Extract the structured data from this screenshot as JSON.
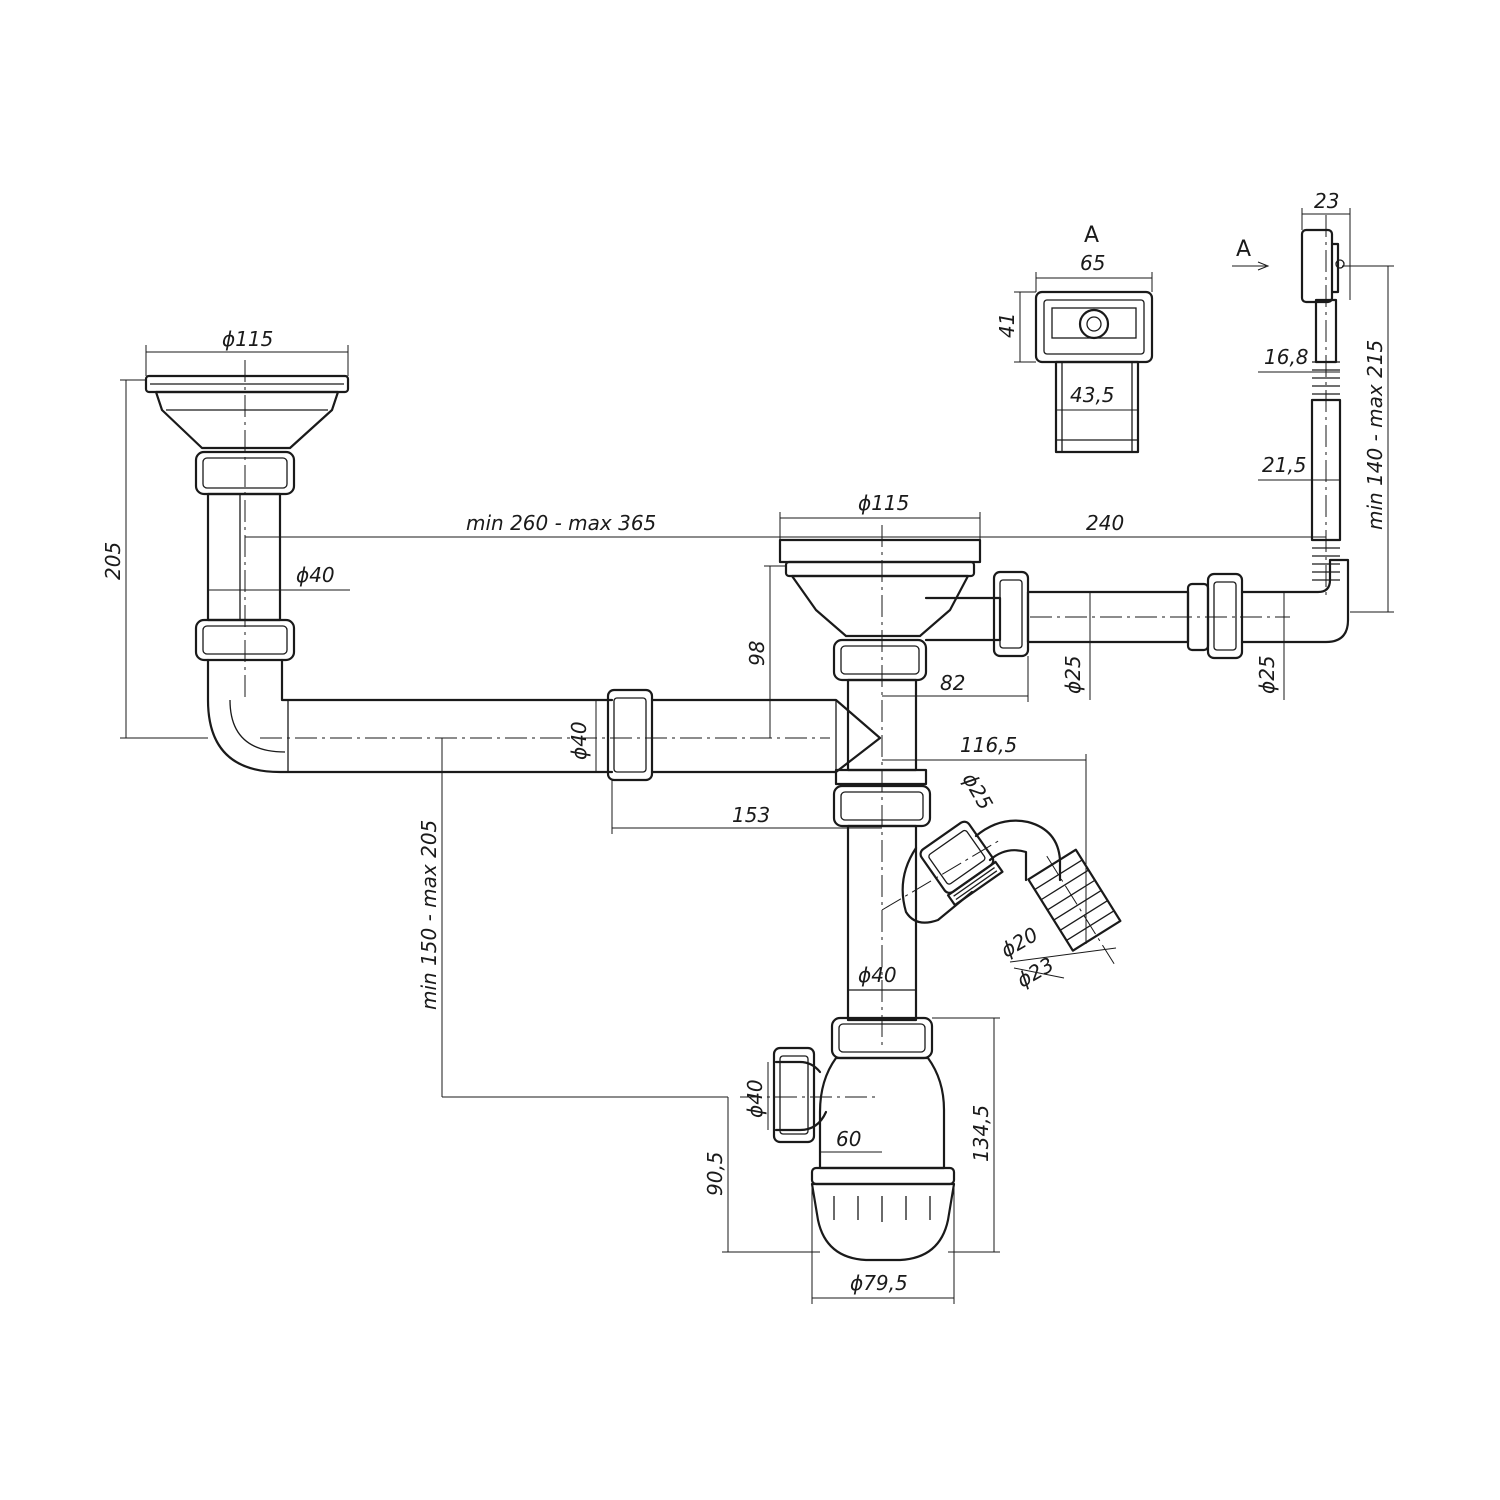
{
  "dims": {
    "sink1_dia": "ϕ115",
    "height_205": "205",
    "pipe_dia_40_left": "ϕ40",
    "span": "min 260 - max 365",
    "sink2_dia": "ϕ115",
    "len_240": "240",
    "depth_98": "98",
    "len_82": "82",
    "hose_dia_25_a": "ϕ25",
    "hose_dia_25_b": "ϕ25",
    "inlet_dia_40": "ϕ40",
    "len_116_5": "116,5",
    "len_153": "153",
    "side_dia_25": "ϕ25",
    "hose_dia_20": "ϕ20",
    "hose_dia_23": "ϕ23",
    "vert_range": "min 150 - max 205",
    "riser_dia_40": "ϕ40",
    "outlet_dia_40": "ϕ40",
    "len_60": "60",
    "height_90_5": "90,5",
    "height_134_5": "134,5",
    "bottle_dia": "ϕ79,5",
    "section_label": "A",
    "view_arrow_label": "A",
    "section_width": "65",
    "section_height": "41",
    "section_inner": "43,5",
    "overflow_width": "23",
    "overflow_16_8": "16,8",
    "overflow_21_5": "21,5",
    "overflow_range": "min 140 - max 215"
  }
}
